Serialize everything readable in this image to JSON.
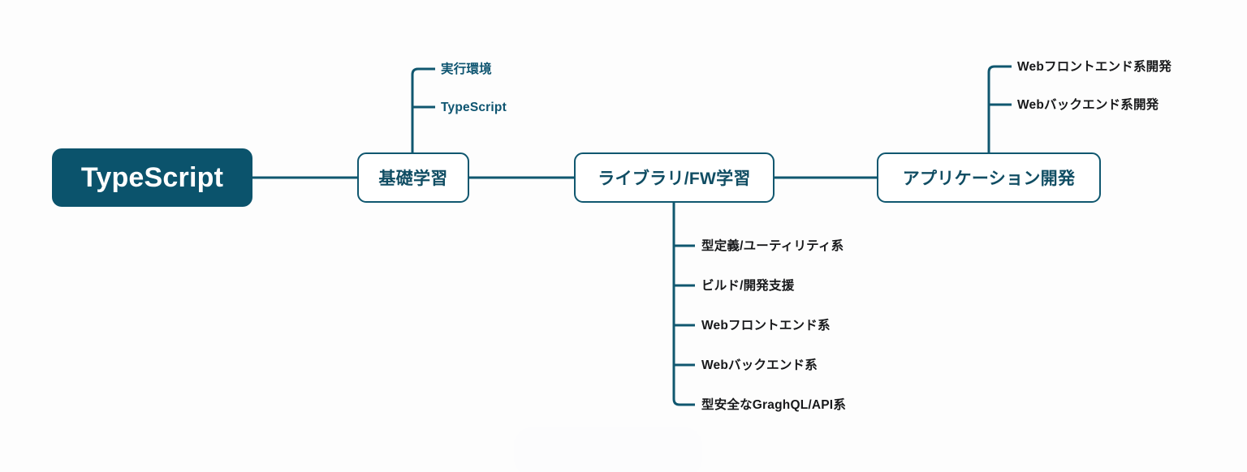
{
  "diagram": {
    "title": "TypeScript",
    "type": "mindmap",
    "background_color": "#fdfdfd",
    "accent_color": "#0b536c",
    "line_color": "#10576f",
    "label_color_dark": "#17181a",
    "label_color_teal": "#0d5470"
  },
  "root": {
    "label": "TypeScript"
  },
  "nodes": [
    {
      "id": "kiso",
      "label": "基礎学習"
    },
    {
      "id": "library",
      "label": "ライブラリ/FW学習"
    },
    {
      "id": "app",
      "label": "アプリケーション開発"
    }
  ],
  "branches": {
    "kiso_children": [
      {
        "label": "実行環境"
      },
      {
        "label": "TypeScript"
      }
    ],
    "library_children": [
      {
        "label": "型定義/ユーティリティ系"
      },
      {
        "label": "ビルド/開発支援"
      },
      {
        "label": "Webフロントエンド系"
      },
      {
        "label": "Webバックエンド系"
      },
      {
        "label": "型安全なGraghQL/API系"
      }
    ],
    "app_children": [
      {
        "label": "Webフロントエンド系開発"
      },
      {
        "label": "Webバックエンド系開発"
      }
    ]
  }
}
